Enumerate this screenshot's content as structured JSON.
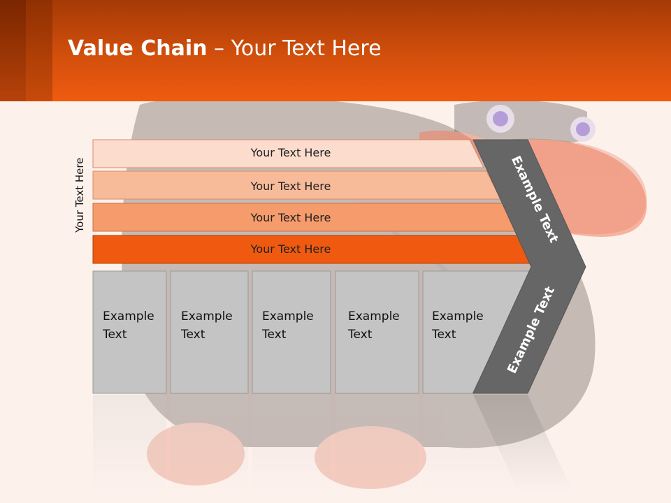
{
  "slide": {
    "title_bold": "Value Chain",
    "title_rest": " – Your Text Here",
    "side_label": "Your Text Here"
  },
  "support_layers": [
    {
      "label": "Your Text Here",
      "color": "#fbdccd"
    },
    {
      "label": "Your Text Here",
      "color": "#f8bb9a"
    },
    {
      "label": "Your Text Here",
      "color": "#f59b6c"
    },
    {
      "label": "Your Text Here",
      "color": "#ef5a10"
    }
  ],
  "primary_boxes": [
    {
      "line1": "Example",
      "line2": "Text"
    },
    {
      "line1": "Example",
      "line2": "Text"
    },
    {
      "line1": "Example",
      "line2": "Text"
    },
    {
      "line1": "Example",
      "line2": "Text"
    },
    {
      "line1": "Example",
      "line2": "Text"
    }
  ],
  "chevron": {
    "upper_label": "Example Text",
    "lower_label": "Example Text",
    "color": "#666666"
  },
  "colors": {
    "header": "#ef5b10",
    "box_fill": "#c4c4c4",
    "background": "#fdf1ec"
  }
}
